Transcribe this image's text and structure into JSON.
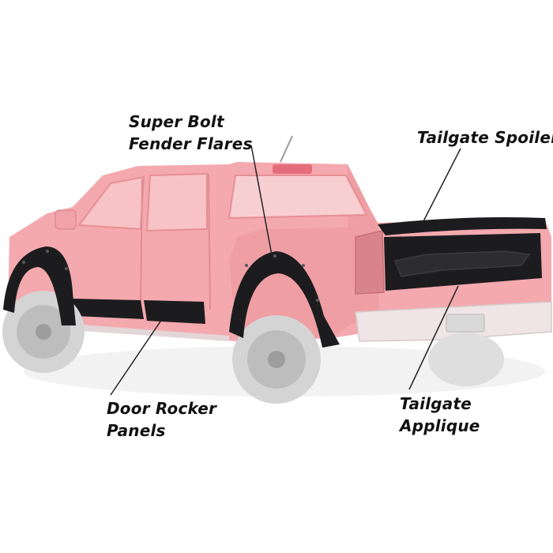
{
  "callouts": {
    "fender_flares": {
      "line1": "Super Bolt",
      "line2": "Fender Flares"
    },
    "tailgate_spoiler": {
      "line1": "Tailgate Spoiler"
    },
    "door_rocker_panels": {
      "line1": "Door Rocker",
      "line2": "Panels"
    },
    "tailgate_applique": {
      "line1": "Tailgate",
      "line2": "Applique"
    }
  },
  "colors": {
    "body": "#f4a9ae",
    "body_shade": "#e98f96",
    "accessory": "#1c1c1e",
    "tire": "#d9d9d9",
    "leader_line": "#222222"
  }
}
